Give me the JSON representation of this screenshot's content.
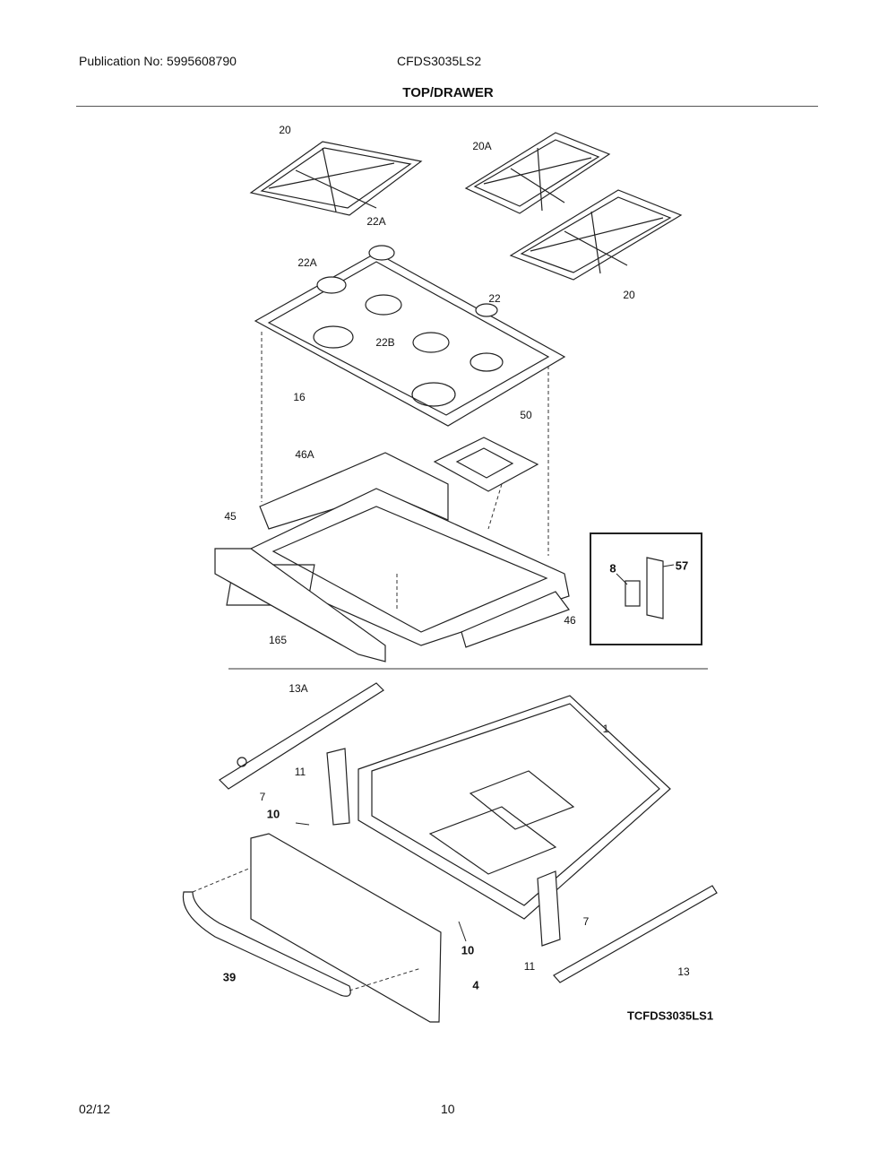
{
  "header": {
    "publication": "Publication No: 5995608790",
    "model": "CFDS3035LS2",
    "title": "TOP/DRAWER"
  },
  "diagram": {
    "callouts": [
      "20",
      "20A",
      "22A",
      "22A",
      "22",
      "20",
      "22B",
      "16",
      "50",
      "46A",
      "45",
      "8",
      "57",
      "46",
      "165",
      "13A",
      "1",
      "11",
      "7",
      "10",
      "10",
      "7",
      "11",
      "13",
      "39",
      "4"
    ],
    "figure_id": "TCFDS3035LS1"
  },
  "footer": {
    "date": "02/12",
    "page": "10"
  }
}
